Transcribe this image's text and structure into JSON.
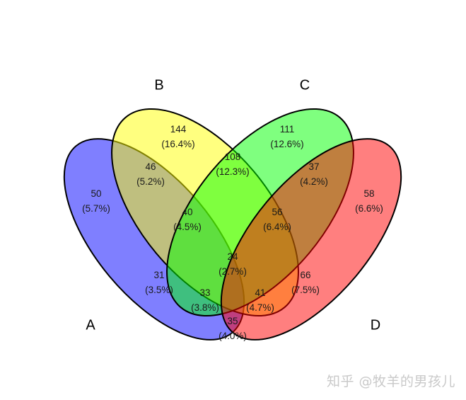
{
  "chart_data": {
    "type": "venn",
    "title": "",
    "sets": [
      {
        "name": "A",
        "color": "#0000ff",
        "opacity": 0.5
      },
      {
        "name": "B",
        "color": "#ffff00",
        "opacity": 0.5
      },
      {
        "name": "C",
        "color": "#00ff00",
        "opacity": 0.5
      },
      {
        "name": "D",
        "color": "#ff0000",
        "opacity": 0.5
      }
    ],
    "regions": [
      {
        "sets": [
          "A"
        ],
        "count": 50,
        "percent": "(5.7%)"
      },
      {
        "sets": [
          "B"
        ],
        "count": 144,
        "percent": "(16.4%)"
      },
      {
        "sets": [
          "C"
        ],
        "count": 111,
        "percent": "(12.6%)"
      },
      {
        "sets": [
          "D"
        ],
        "count": 58,
        "percent": "(6.6%)"
      },
      {
        "sets": [
          "A",
          "B"
        ],
        "count": 46,
        "percent": "(5.2%)"
      },
      {
        "sets": [
          "B",
          "C"
        ],
        "count": 108,
        "percent": "(12.3%)"
      },
      {
        "sets": [
          "C",
          "D"
        ],
        "count": 37,
        "percent": "(4.2%)"
      },
      {
        "sets": [
          "A",
          "B",
          "C"
        ],
        "count": 40,
        "percent": "(4.5%)"
      },
      {
        "sets": [
          "B",
          "C",
          "D"
        ],
        "count": 56,
        "percent": "(6.4%)"
      },
      {
        "sets": [
          "A",
          "C"
        ],
        "count": 31,
        "percent": "(3.5%)"
      },
      {
        "sets": [
          "A",
          "B",
          "C",
          "D"
        ],
        "count": 24,
        "percent": "(2.7%)"
      },
      {
        "sets": [
          "B",
          "D"
        ],
        "count": 66,
        "percent": "(7.5%)"
      },
      {
        "sets": [
          "A",
          "C",
          "D"
        ],
        "count": 33,
        "percent": "(3.8%)"
      },
      {
        "sets": [
          "A",
          "B",
          "D"
        ],
        "count": 41,
        "percent": "(4.7%)"
      },
      {
        "sets": [
          "A",
          "D"
        ],
        "count": 35,
        "percent": "(4.0%)"
      }
    ],
    "total_percent_basis": "percent of all elements"
  },
  "labels": {
    "A": "A",
    "B": "B",
    "C": "C",
    "D": "D"
  },
  "watermark": "知乎 @牧羊的男孩儿"
}
